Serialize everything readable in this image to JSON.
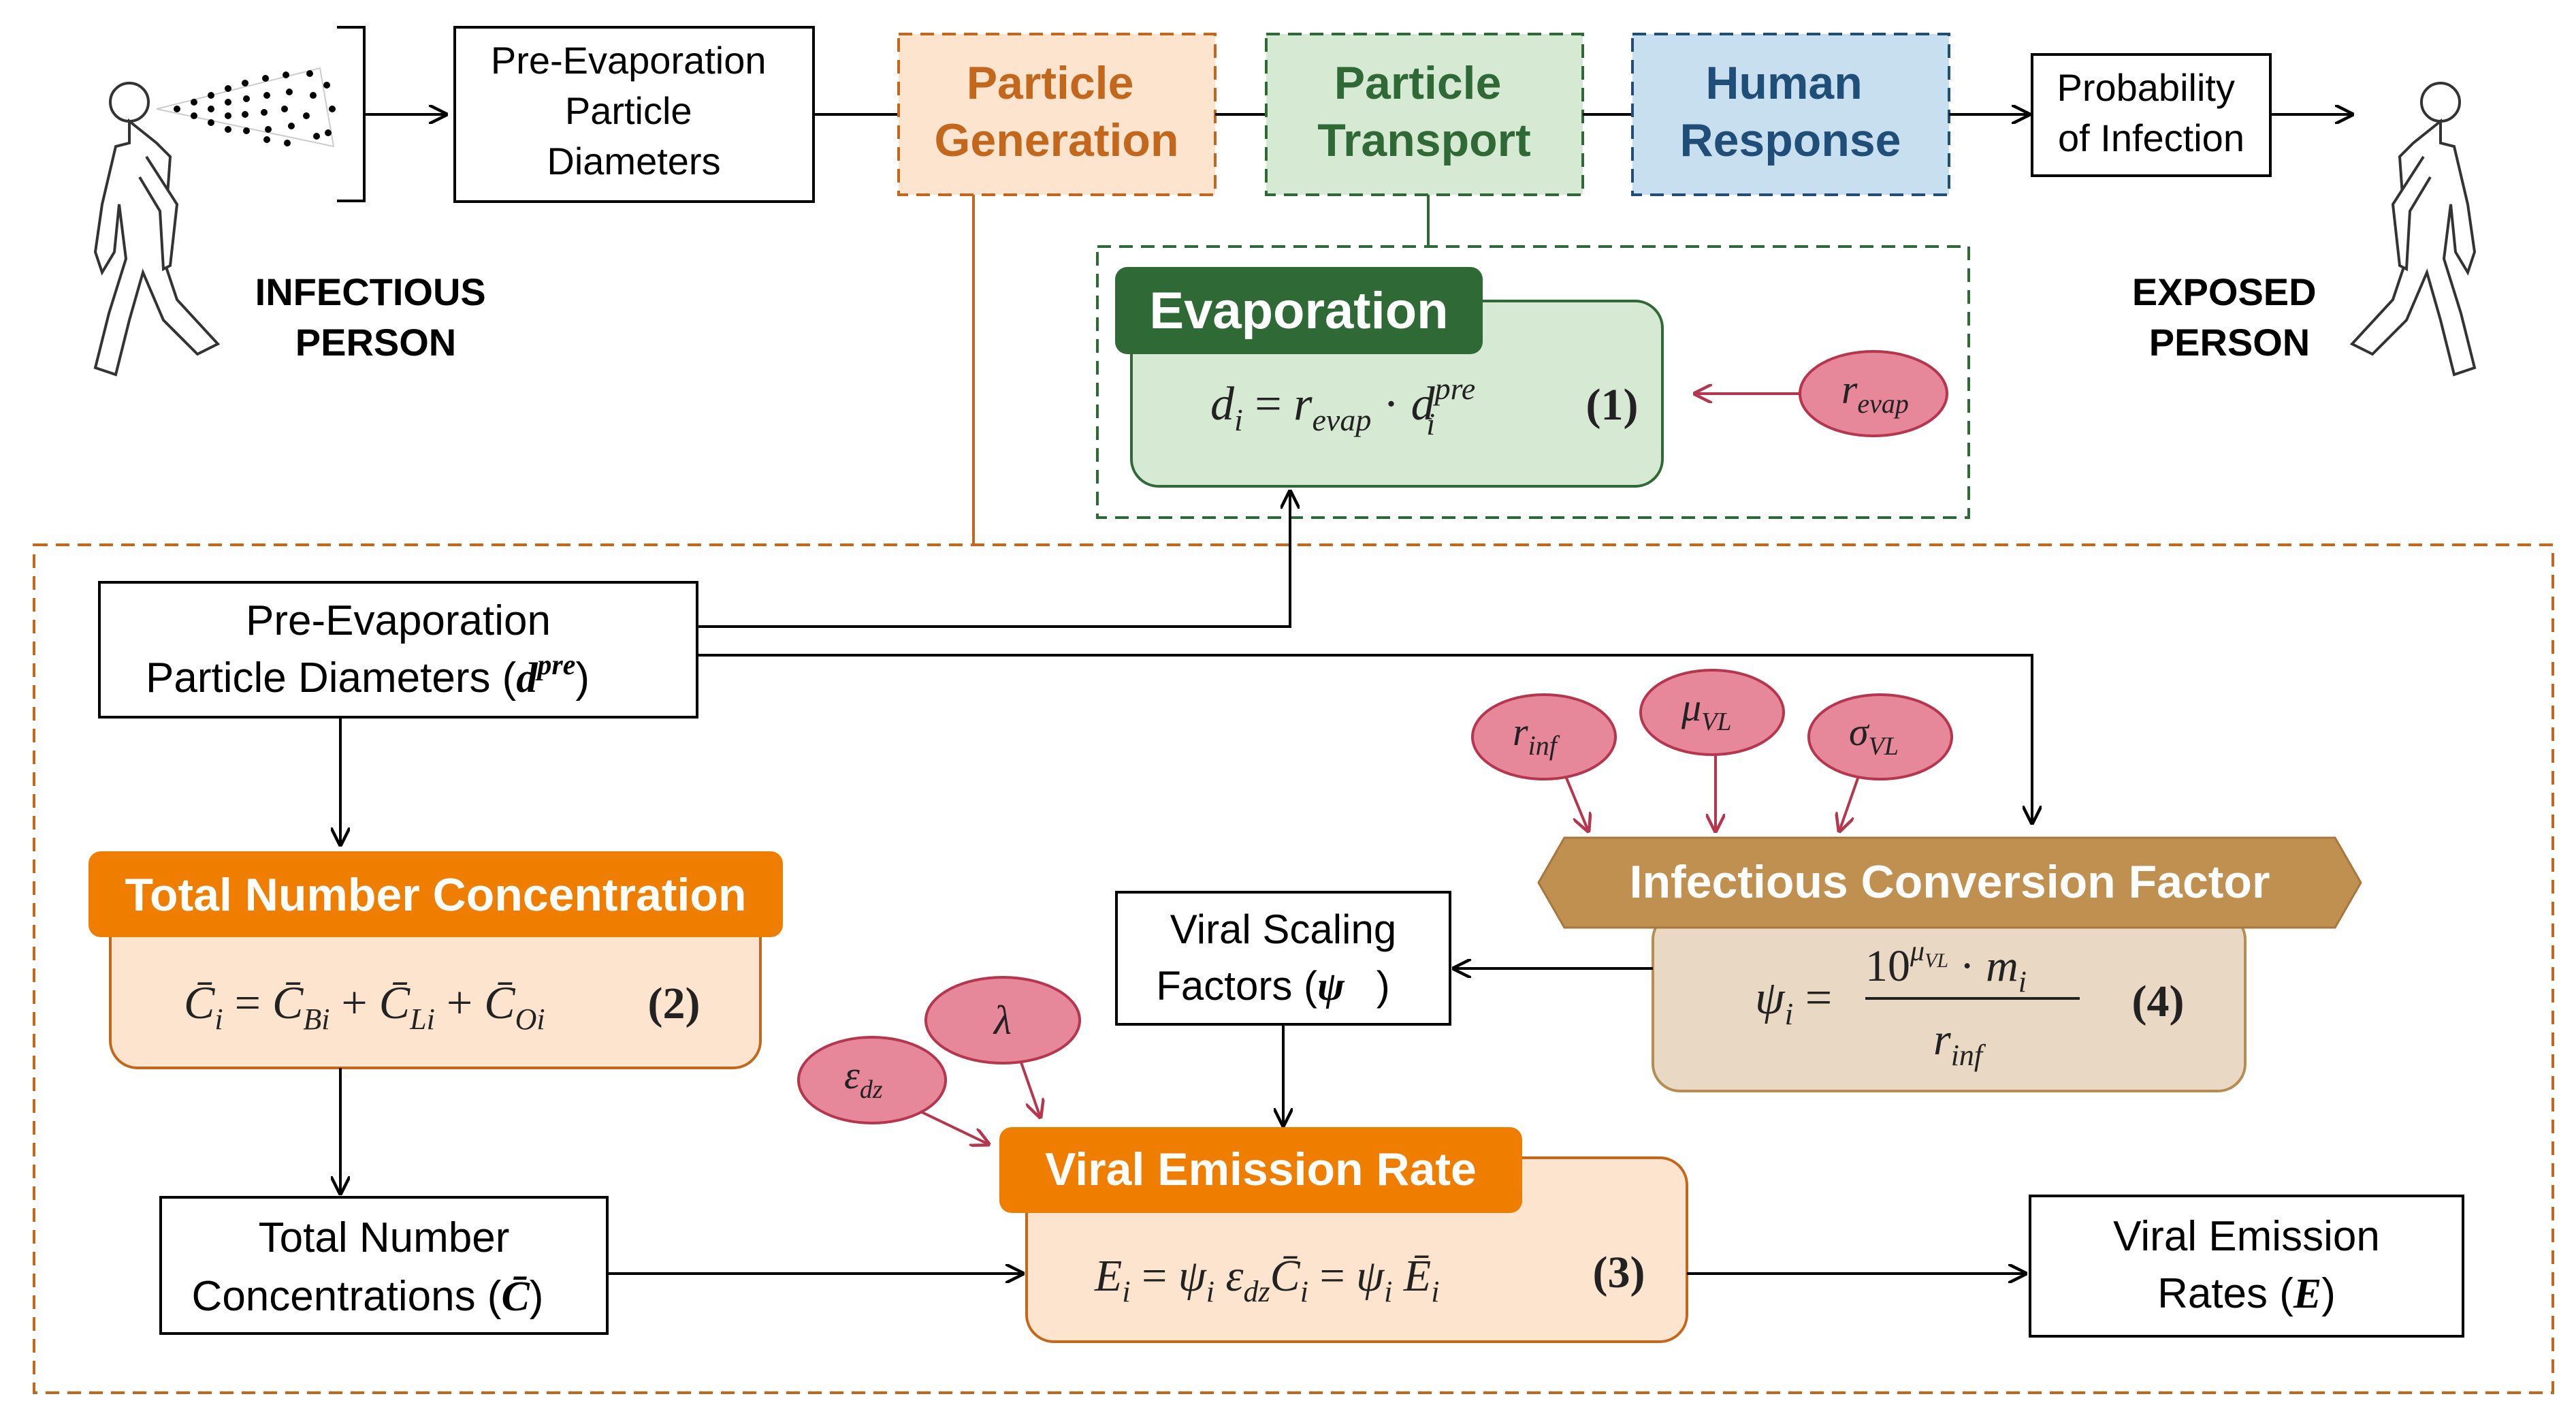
{
  "top_row": {
    "infectious_person_label": [
      "INFECTIOUS",
      "PERSON"
    ],
    "exposed_person_label": [
      "EXPOSED",
      "PERSON"
    ],
    "pre_evap_box": [
      "Pre-Evaporation",
      "Particle",
      "Diameters"
    ],
    "particle_generation": [
      "Particle",
      "Generation"
    ],
    "particle_transport": [
      "Particle",
      "Transport"
    ],
    "human_response": [
      "Human",
      "Response"
    ],
    "probability_box": [
      "Probability",
      "of Infection"
    ]
  },
  "evaporation": {
    "title": "Evaporation",
    "equation_number": "(1)",
    "param": "r_evap"
  },
  "detail": {
    "pre_evap_diameters": [
      "Pre-Evaporation",
      "Particle Diameters ("
    ],
    "total_number_concentration_title": "Total Number Concentration",
    "eq2_number": "(2)",
    "total_number_concentrations_box": [
      "Total Number",
      "Concentrations ("
    ],
    "viral_scaling_factors_box": [
      "Viral Scaling",
      "Factors ("
    ],
    "infectious_conversion_factor_title": "Infectious Conversion Factor",
    "eq4_number": "(4)",
    "viral_emission_rate_title": "Viral Emission Rate",
    "eq3_number": "(3)",
    "viral_emission_rates_box": [
      "Viral Emission",
      "Rates ("
    ],
    "params": {
      "r_inf": "r_inf",
      "mu_vl": "μ_VL",
      "sigma_vl": "σ_VL",
      "lambda": "λ",
      "eps_dz": "ε_dz"
    }
  },
  "colors": {
    "orange": "#ef7d00",
    "orange_dark": "#c3671c",
    "orange_fill": "#fce4cf",
    "green_dark": "#2f6a36",
    "green_fill": "#d6ead3",
    "blue_fill": "#c8dff0",
    "blue_text": "#1f4e79",
    "tan_header": "#c09050",
    "tan_fill": "#e9d8c3",
    "pink_fill": "#e6879a",
    "pink_stroke": "#b5364d"
  }
}
